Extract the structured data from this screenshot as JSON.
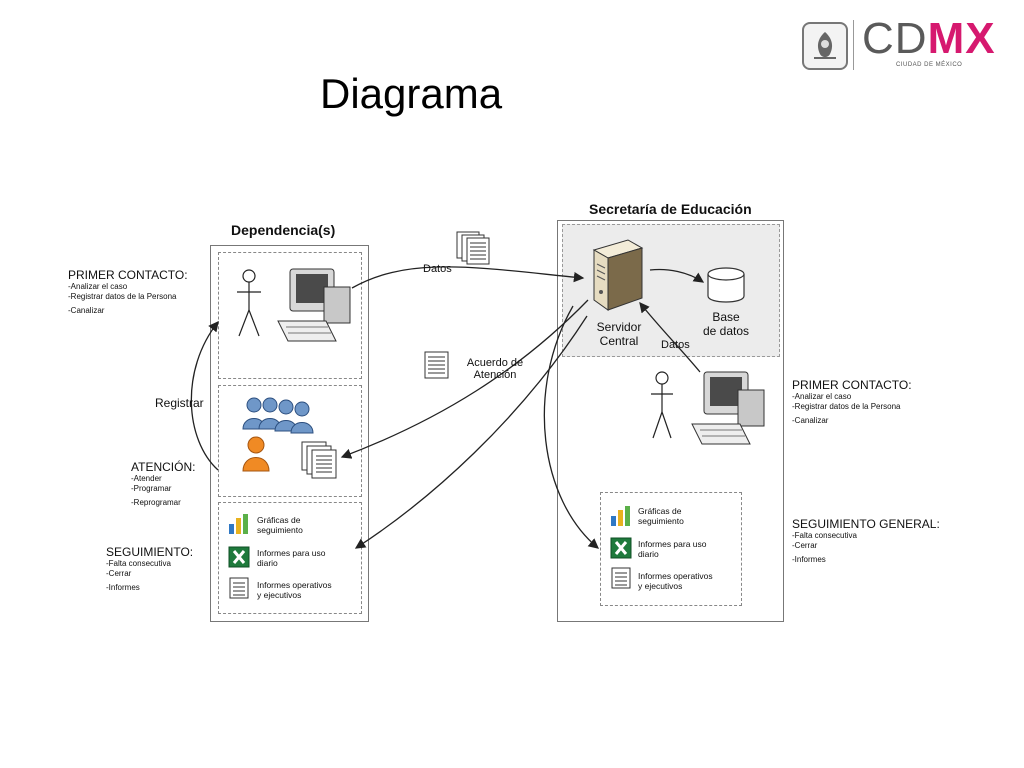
{
  "slide": {
    "title": "Diagrama"
  },
  "logo": {
    "text_cd": "CD",
    "text_mx": "MX",
    "subtitle": "CIUDAD DE MÉXICO"
  },
  "diagram": {
    "dependencia_header": "Dependencia(s)",
    "secretaria_header": "Secretaría de Educación",
    "left_primer_contacto": {
      "title": "PRIMER CONTACTO:",
      "items": [
        "-Analizar el caso",
        "-Registrar datos de la Persona",
        "-Canalizar"
      ]
    },
    "left_atencion": {
      "title": "ATENCIÓN:",
      "items": [
        "-Atender",
        "-Programar",
        "-Reprogramar"
      ]
    },
    "left_seguimiento": {
      "title": "SEGUIMIENTO:",
      "items": [
        "-Falta consecutiva",
        "-Cerrar",
        "-Informes"
      ]
    },
    "right_primer_contacto": {
      "title": "PRIMER CONTACTO:",
      "items": [
        "-Analizar el caso",
        "-Registrar datos de la Persona",
        "-Canalizar"
      ]
    },
    "right_seguimiento": {
      "title": "SEGUIMIENTO GENERAL:",
      "items": [
        "-Falta consecutiva",
        "-Cerrar",
        "-Informes"
      ]
    },
    "arrows": {
      "datos_top": "Datos",
      "datos_db": "Datos",
      "acuerdo_line1": "Acuerdo de",
      "acuerdo_line2": "Atención",
      "registrar": "Registrar"
    },
    "server": {
      "line1": "Servidor",
      "line2": "Central"
    },
    "database": {
      "line1": "Base",
      "line2": "de datos"
    },
    "reports_left": [
      {
        "line1": "Gráficas de",
        "line2": "seguimiento",
        "icon": "bar-chart-icon"
      },
      {
        "line1": "Informes para uso",
        "line2": "diario",
        "icon": "excel-icon"
      },
      {
        "line1": "Informes operativos",
        "line2": "y ejecutivos",
        "icon": "document-icon"
      }
    ],
    "reports_right": [
      {
        "line1": "Gráficas de",
        "line2": "seguimiento",
        "icon": "bar-chart-icon"
      },
      {
        "line1": "Informes para uso",
        "line2": "diario",
        "icon": "excel-icon"
      },
      {
        "line1": "Informes operativos",
        "line2": "y ejecutivos",
        "icon": "document-icon"
      }
    ]
  }
}
